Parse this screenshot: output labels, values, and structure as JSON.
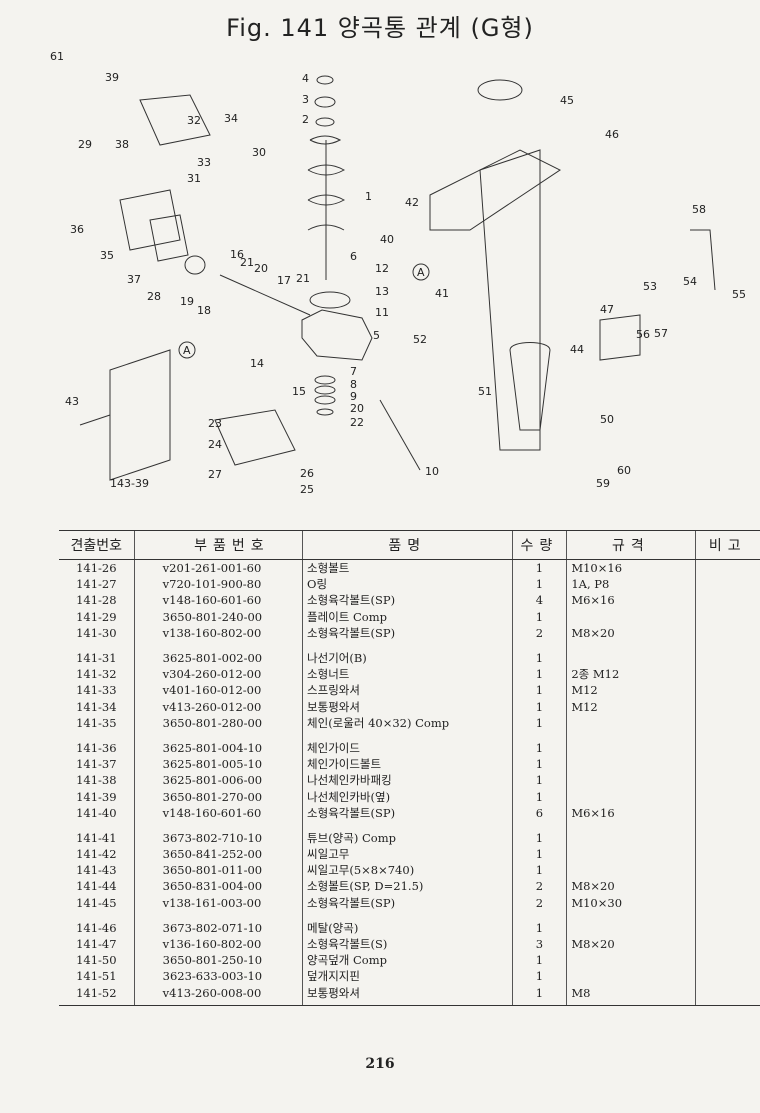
{
  "title": "Fig. 141   양곡통 관계 (G형)",
  "diagram": {
    "callouts": [
      "1",
      "2",
      "3",
      "4",
      "5",
      "6",
      "7",
      "8",
      "9",
      "10",
      "11",
      "12",
      "13",
      "14",
      "15",
      "16",
      "17",
      "18",
      "19",
      "20",
      "20",
      "21",
      "21",
      "22",
      "23",
      "24",
      "25",
      "26",
      "27",
      "28",
      "29",
      "30",
      "31",
      "32",
      "33",
      "34",
      "35",
      "36",
      "37",
      "38",
      "39",
      "40",
      "41",
      "42",
      "43",
      "44",
      "45",
      "46",
      "47",
      "50",
      "51",
      "52",
      "53",
      "54",
      "55",
      "56",
      "57",
      "58",
      "59",
      "60",
      "61"
    ],
    "view_marker": "A",
    "inset_label": "143-39"
  },
  "table": {
    "headers": [
      "견출번호",
      "부품번호",
      "품명",
      "수량",
      "규격",
      "비고"
    ],
    "rows": [
      [
        "141-26",
        "v201-261-001-60",
        "소형볼트",
        "1",
        "M10×16",
        ""
      ],
      [
        "141-27",
        "v720-101-900-80",
        "O링",
        "1",
        "1A, P8",
        ""
      ],
      [
        "141-28",
        "v148-160-601-60",
        "소형육각볼트(SP)",
        "4",
        "M6×16",
        ""
      ],
      [
        "141-29",
        "3650-801-240-00",
        "플레이트 Comp",
        "1",
        "",
        ""
      ],
      [
        "141-30",
        "v138-160-802-00",
        "소형육각볼트(SP)",
        "2",
        "M8×20",
        ""
      ],
      [
        "141-31",
        "3625-801-002-00",
        "나선기어(B)",
        "1",
        "",
        ""
      ],
      [
        "141-32",
        "v304-260-012-00",
        "소형너트",
        "1",
        "2종 M12",
        ""
      ],
      [
        "141-33",
        "v401-160-012-00",
        "스프링와셔",
        "1",
        "M12",
        ""
      ],
      [
        "141-34",
        "v413-260-012-00",
        "보통평와셔",
        "1",
        "M12",
        ""
      ],
      [
        "141-35",
        "3650-801-280-00",
        "체인(로울러 40×32) Comp",
        "1",
        "",
        ""
      ],
      [
        "141-36",
        "3625-801-004-10",
        "체인가이드",
        "1",
        "",
        ""
      ],
      [
        "141-37",
        "3625-801-005-10",
        "체인가이드볼트",
        "1",
        "",
        ""
      ],
      [
        "141-38",
        "3625-801-006-00",
        "나선체인카바패킹",
        "1",
        "",
        ""
      ],
      [
        "141-39",
        "3650-801-270-00",
        "나선체인카바(옆)",
        "1",
        "",
        ""
      ],
      [
        "141-40",
        "v148-160-601-60",
        "소형육각볼트(SP)",
        "6",
        "M6×16",
        ""
      ],
      [
        "141-41",
        "3673-802-710-10",
        "튜브(양곡) Comp",
        "1",
        "",
        ""
      ],
      [
        "141-42",
        "3650-841-252-00",
        "씨일고무",
        "1",
        "",
        ""
      ],
      [
        "141-43",
        "3650-801-011-00",
        "씨일고무(5×8×740)",
        "1",
        "",
        ""
      ],
      [
        "141-44",
        "3650-831-004-00",
        "소형볼트(SP, D=21.5)",
        "2",
        "M8×20",
        ""
      ],
      [
        "141-45",
        "v138-161-003-00",
        "소형육각볼트(SP)",
        "2",
        "M10×30",
        ""
      ],
      [
        "141-46",
        "3673-802-071-10",
        "메탈(양곡)",
        "1",
        "",
        ""
      ],
      [
        "141-47",
        "v136-160-802-00",
        "소형육각볼트(S)",
        "3",
        "M8×20",
        ""
      ],
      [
        "141-50",
        "3650-801-250-10",
        "양곡덮개 Comp",
        "1",
        "",
        ""
      ],
      [
        "141-51",
        "3623-633-003-10",
        "덮개지지핀",
        "1",
        "",
        ""
      ],
      [
        "141-52",
        "v413-260-008-00",
        "보통평와셔",
        "1",
        "M8",
        ""
      ]
    ]
  },
  "page_number": "216"
}
